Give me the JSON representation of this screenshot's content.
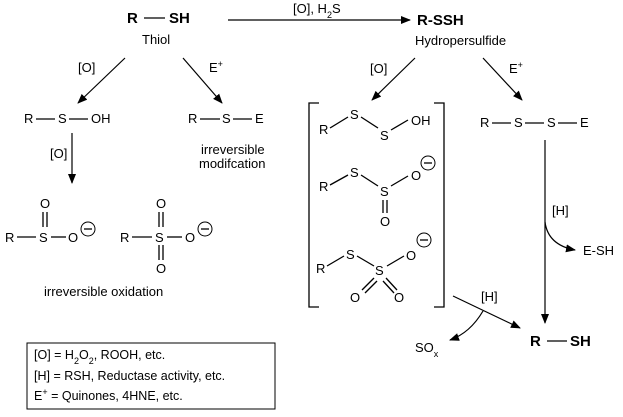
{
  "top": {
    "thiol_r": "R",
    "thiol_sh": "SH",
    "thiol_label": "Thiol",
    "arrow_label": "[O], H",
    "arrow_label_sub": "2",
    "arrow_label_end": "S",
    "rssh": "R-SSH",
    "rssh_label": "Hydropersulfide"
  },
  "left": {
    "ox_label": "[O]",
    "e_label": "E",
    "e_sup": "+",
    "sulfenic": [
      "R",
      "S",
      "OH"
    ],
    "ox2_label": "[O]",
    "adduct": [
      "R",
      "S",
      "E"
    ],
    "irrev_mod_1": "irreversible",
    "irrev_mod_2": "modifcation",
    "sulfinate": [
      "R",
      "S",
      "O",
      "O"
    ],
    "sulfonate": [
      "R",
      "S",
      "O",
      "O",
      "O"
    ],
    "irrev_ox": "irreversible oxidation",
    "minus": "−"
  },
  "right": {
    "ox_label": "[O]",
    "e_label": "E",
    "e_sup": "+",
    "perthiosulfenic": [
      "R",
      "S",
      "S",
      "OH"
    ],
    "perthiosulfinate": [
      "R",
      "S",
      "S",
      "O",
      "O"
    ],
    "perthiosulfonate": [
      "R",
      "S",
      "S",
      "O",
      "O",
      "O"
    ],
    "persulfide_adduct": [
      "R",
      "S",
      "S",
      "E"
    ],
    "h_label": "[H]",
    "esh": "E-SH",
    "h_label2": "[H]",
    "sox": "SO",
    "sox_sub": "x",
    "final_r": "R",
    "final_sh": "SH"
  },
  "legend": {
    "line1_a": "[O] =  H",
    "line1_sub1": "2",
    "line1_b": "O",
    "line1_sub2": "2",
    "line1_c": ", ROOH, etc.",
    "line2": "[H] = RSH, Reductase activity, etc.",
    "line3_a": "E",
    "line3_sup": "+",
    "line3_b": " = Quinones, 4HNE, etc."
  }
}
